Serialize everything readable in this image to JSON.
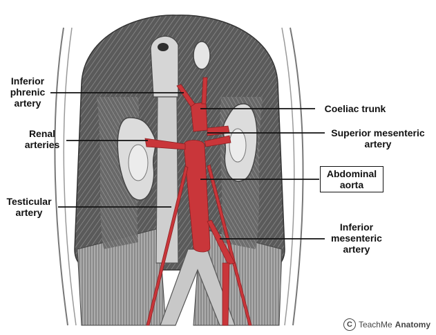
{
  "colors": {
    "artery": "#c9363a",
    "background": "#ffffff",
    "muscle_dark": "#4a4a4a",
    "muscle_light": "#bdbdbd",
    "leader_line": "#111111"
  },
  "labels": {
    "inferior_phrenic": "Inferior\nphrenic\nartery",
    "renal": "Renal\narteries",
    "testicular": "Testicular\nartery",
    "coeliac": "Coeliac trunk",
    "superior_mesenteric": "Superior mesenteric\nartery",
    "abdominal_aorta": "Abdominal\naorta",
    "inferior_mesenteric": "Inferior\nmesenteric\nartery"
  },
  "credit": {
    "icon": "copyright-icon",
    "prefix": "TeachMe",
    "brand": "Anatomy"
  }
}
